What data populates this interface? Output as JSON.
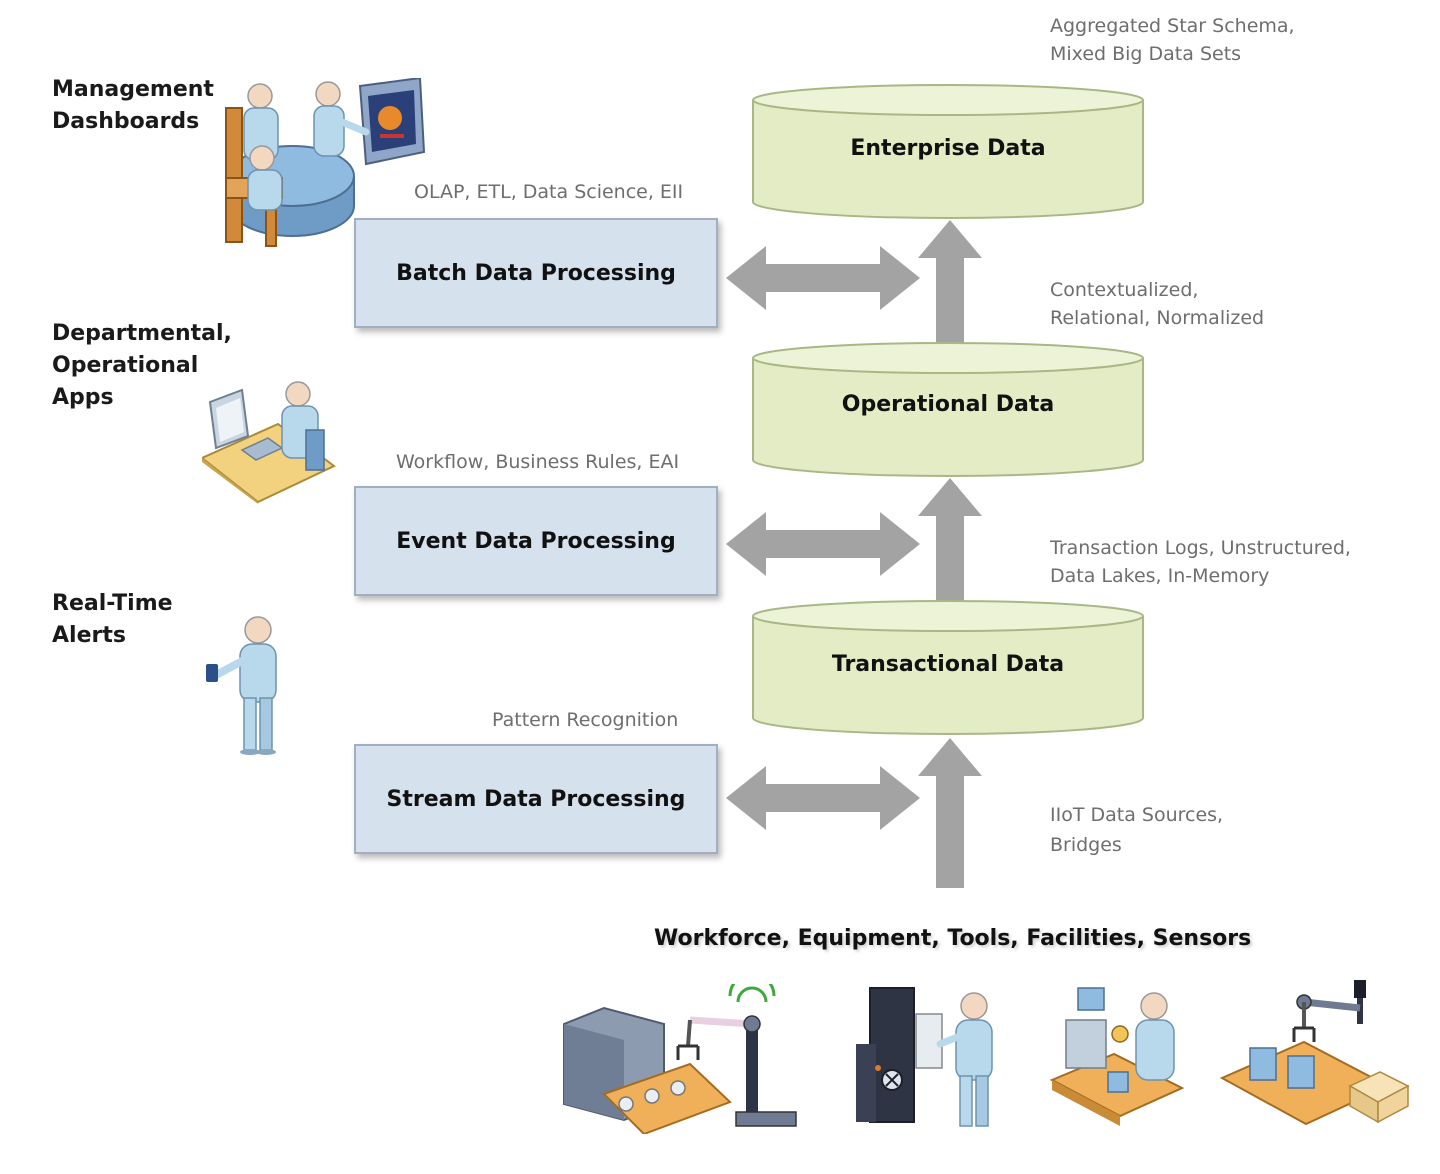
{
  "consumers": {
    "management": "Management\nDashboards",
    "departmental": "Departmental,\nOperational\nApps",
    "realtime": "Real-Time\nAlerts"
  },
  "processing": {
    "batch": {
      "label": "Batch Data Processing",
      "note": "OLAP, ETL, Data Science, EII"
    },
    "event": {
      "label": "Event Data Processing",
      "note": "Workflow, Business Rules, EAI"
    },
    "stream": {
      "label": "Stream Data Processing",
      "note": "Pattern Recognition"
    }
  },
  "stores": {
    "enterprise": {
      "label": "Enterprise Data",
      "note": "Aggregated Star Schema,\nMixed Big Data Sets"
    },
    "operational": {
      "label": "Operational Data",
      "note": "Contextualized,\nRelational, Normalized"
    },
    "transactional": {
      "label": "Transactional Data",
      "note": "Transaction Logs, Unstructured,\nData Lakes, In-Memory"
    }
  },
  "sources": {
    "note": "IIoT Data Sources,\nBridges",
    "title": "Workforce, Equipment, Tools, Facilities, Sensors"
  },
  "colors": {
    "process_fill": "#d6e1ee",
    "cylinder_fill": "#e3ecc4",
    "arrow": "#a3a3a3"
  }
}
